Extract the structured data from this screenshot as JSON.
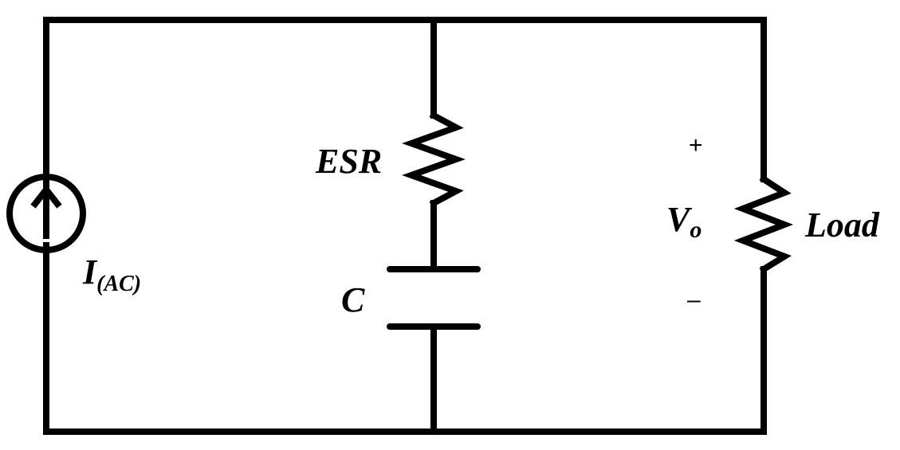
{
  "labels": {
    "source_main": "I",
    "source_sub": "(AC)",
    "esr": "ESR",
    "capacitor": "C",
    "voltage_main": "V",
    "voltage_sub": "o",
    "load": "Load",
    "plus": "+",
    "minus": "–"
  }
}
